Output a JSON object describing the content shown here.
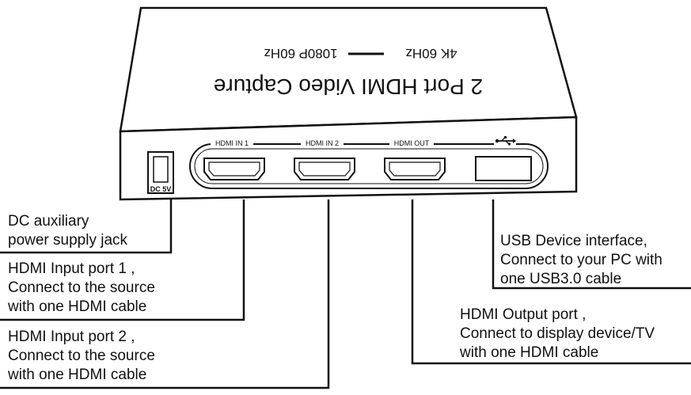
{
  "device": {
    "top_title": "2 Port HDMI Video Capture",
    "top_spec_left": "4K 60Hz",
    "top_spec_right": "1080P 60Hz",
    "power_label": "DC 5V",
    "port_labels": [
      "HDMI IN 1",
      "HDMI IN 2",
      "HDMI OUT"
    ],
    "usb_icon": "usb-icon"
  },
  "callouts": {
    "dc": [
      "DC auxiliary",
      "power supply jack"
    ],
    "hdmi_in1": [
      "HDMI Input port 1 ,",
      "Connect to the source",
      "with one HDMI cable"
    ],
    "hdmi_in2": [
      "HDMI Input port 2 ,",
      "Connect to the source",
      "with one HDMI cable"
    ],
    "usb": [
      "USB Device interface,",
      "Connect to your PC with",
      "one USB3.0 cable"
    ],
    "hdmi_out": [
      "HDMI Output port ,",
      "Connect to display device/TV",
      "with one HDMI cable"
    ]
  },
  "colors": {
    "line": "#111111",
    "device_fill": "#ffffff"
  }
}
